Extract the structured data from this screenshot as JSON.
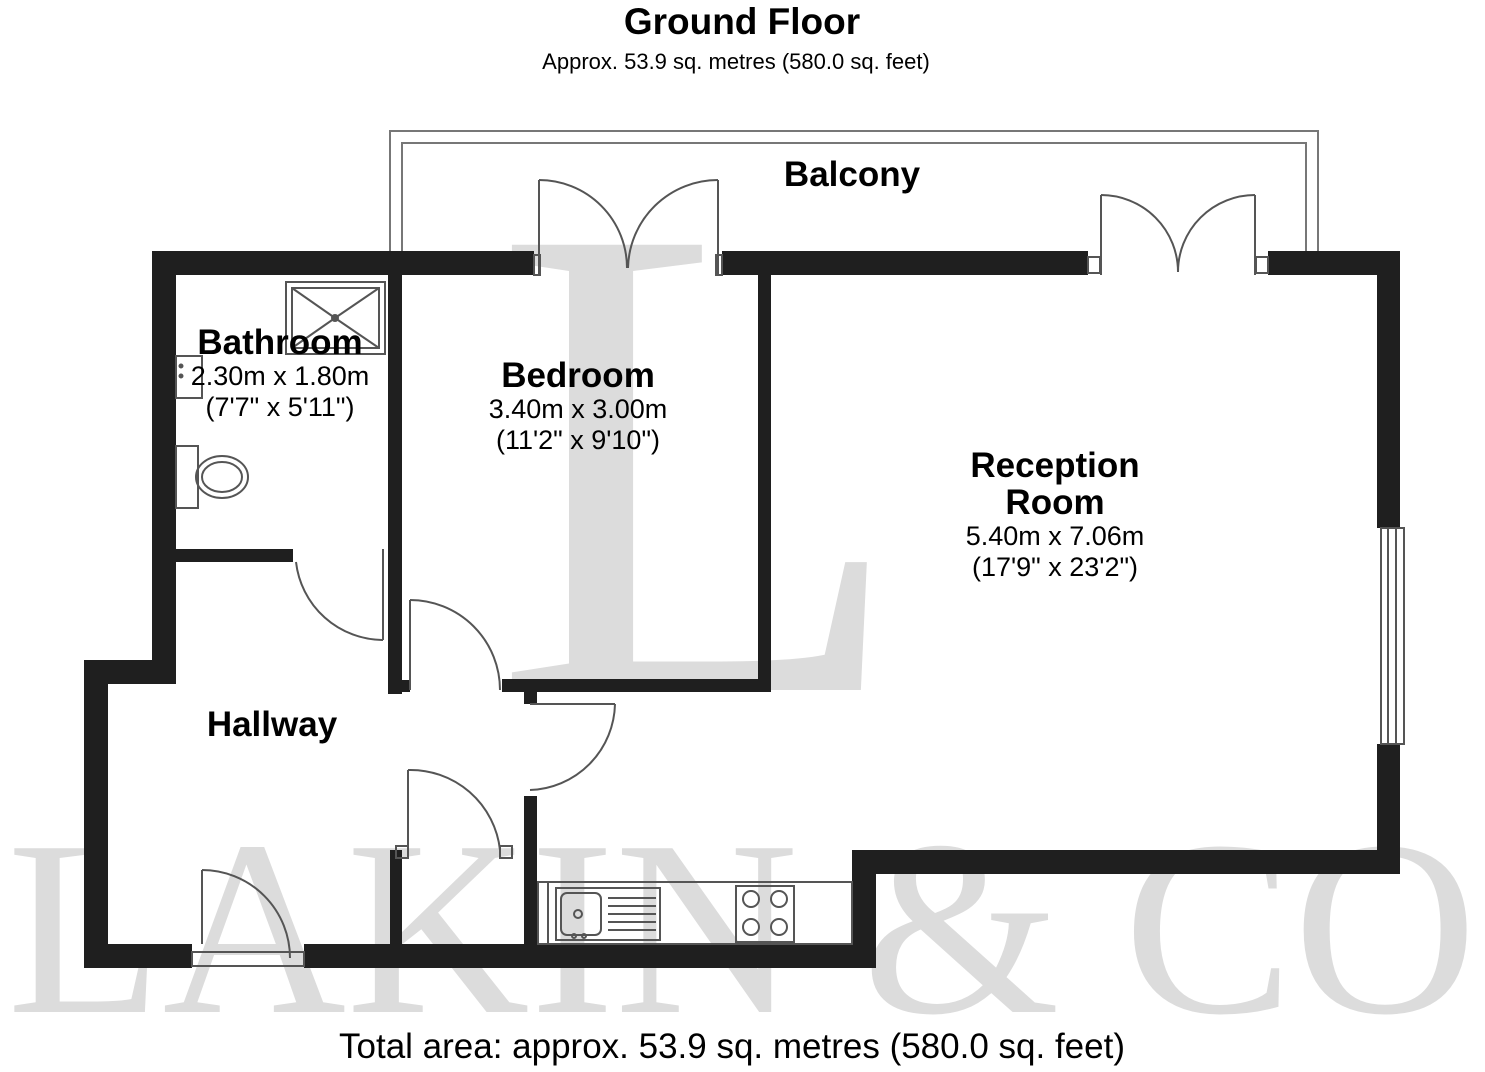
{
  "header": {
    "title": "Ground Floor",
    "subtitle": "Approx. 53.9 sq. metres (580.0 sq. feet)"
  },
  "watermark": {
    "letter": "L",
    "brand": "LAKIN & CO"
  },
  "rooms": {
    "balcony": {
      "name": "Balcony"
    },
    "bathroom": {
      "name": "Bathroom",
      "metric": "2.30m x 1.80m",
      "imperial": "(7'7\" x 5'11\")"
    },
    "bedroom": {
      "name": "Bedroom",
      "metric": "3.40m x 3.00m",
      "imperial": "(11'2\" x 9'10\")"
    },
    "reception": {
      "name_line1": "Reception",
      "name_line2": "Room",
      "metric": "5.40m x 7.06m",
      "imperial": "(17'9\" x 23'2\")"
    },
    "hallway": {
      "name": "Hallway"
    }
  },
  "footer": {
    "total": "Total area: approx. 53.9 sq. metres (580.0 sq. feet)"
  },
  "colors": {
    "wall": "#1f1f1f",
    "watermark": "#dcdcdc",
    "fixture_line": "#555555"
  }
}
